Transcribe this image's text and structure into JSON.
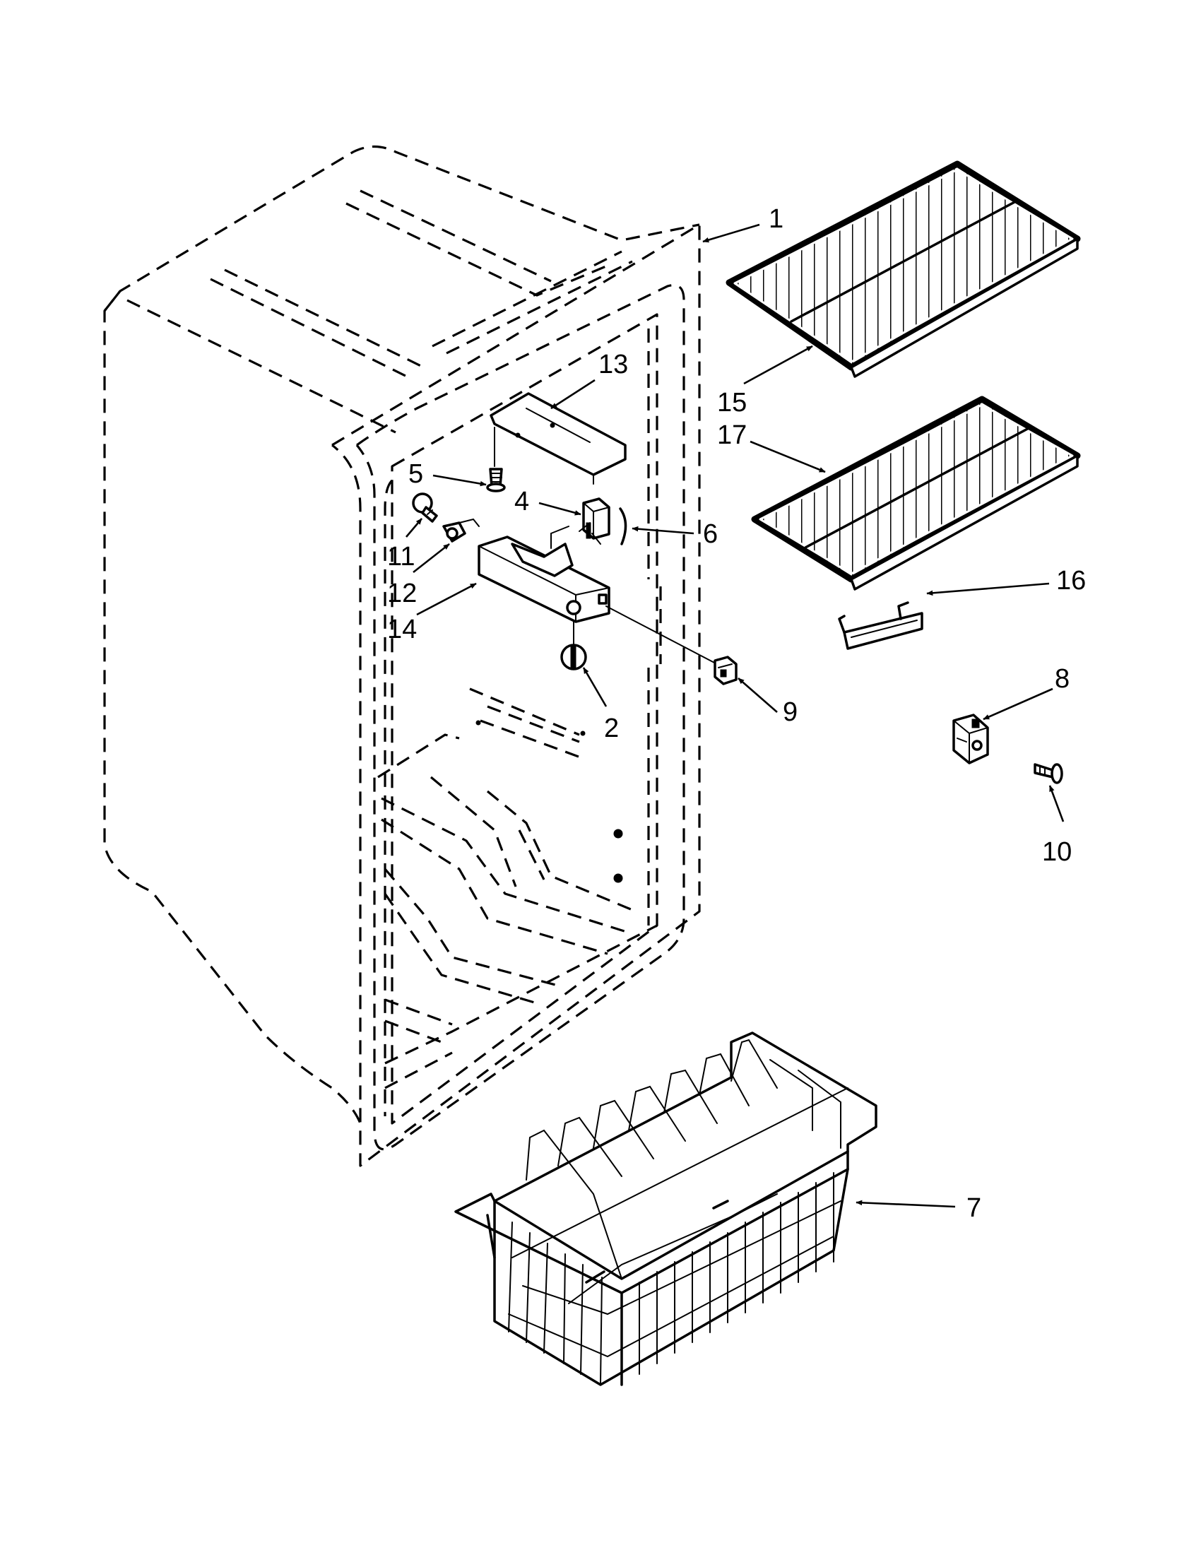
{
  "callouts": {
    "c1": "1",
    "c2": "2",
    "c4": "4",
    "c5": "5",
    "c6": "6",
    "c7": "7",
    "c8": "8",
    "c9": "9",
    "c10": "10",
    "c11": "11",
    "c12": "12",
    "c13": "13",
    "c14": "14",
    "c15": "15",
    "c16": "16",
    "c17": "17"
  }
}
